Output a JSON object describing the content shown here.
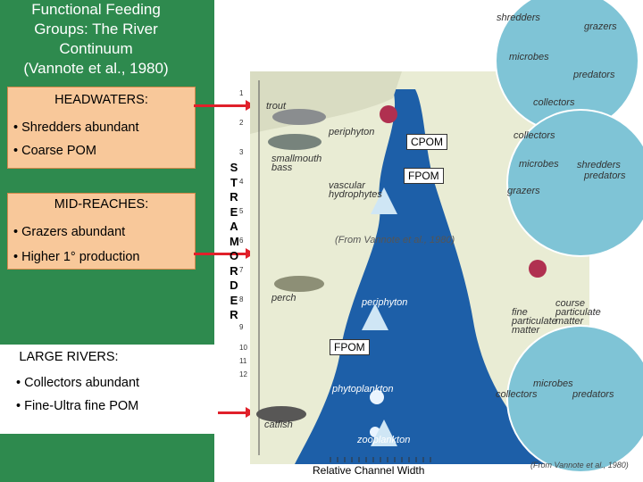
{
  "title_lines": [
    "Functional Feeding",
    "Groups: The River",
    "Continuum",
    "(Vannote et al., 1980)"
  ],
  "headwaters": {
    "heading": "HEADWATERS:",
    "bullets": [
      "• Shredders abundant",
      "• Coarse POM"
    ]
  },
  "midreaches": {
    "heading": "MID-REACHES:",
    "bullets": [
      "• Grazers abundant",
      "• Higher 1° production"
    ]
  },
  "largerivers": {
    "heading": "LARGE RIVERS:",
    "bullets": [
      "• Collectors abundant",
      "• Fine-Ultra fine POM"
    ]
  },
  "stream_order_letters": [
    "S",
    "T",
    "R",
    "E",
    "A",
    "M",
    "O",
    "R",
    "D",
    "E",
    "R"
  ],
  "axis_ticks": [
    "1",
    "2",
    "3",
    "4",
    "5",
    "6",
    "7",
    "8",
    "9",
    "10",
    "11",
    "12"
  ],
  "diagram_tags": {
    "trout": "trout",
    "periphyton": "periphyton",
    "smallmouth_bass": "smallmouth bass",
    "vascular": "vascular hydrophytes",
    "cite_mid": "(From Vannote et al., 1980)",
    "perch": "perch",
    "periphyton2": "periphyton",
    "fine": "fine particulate matter",
    "course": "course particulate matter",
    "phytoplankton": "phytoplankton",
    "catfish": "catfish",
    "zooplankton": "zooplankton"
  },
  "circle_labels": {
    "top": [
      "shredders",
      "grazers",
      "predators",
      "microbes",
      "collectors"
    ],
    "mid": [
      "collectors",
      "microbes",
      "shredders",
      "predators",
      "grazers"
    ],
    "bot": [
      "microbes",
      "collectors",
      "predators"
    ]
  },
  "labels": {
    "cpom": "CPOM",
    "fpom1": "FPOM",
    "fpom2": "FPOM"
  },
  "x_axis_label": "Relative Channel Width",
  "citation": "(From Vannote et al., 1980)"
}
